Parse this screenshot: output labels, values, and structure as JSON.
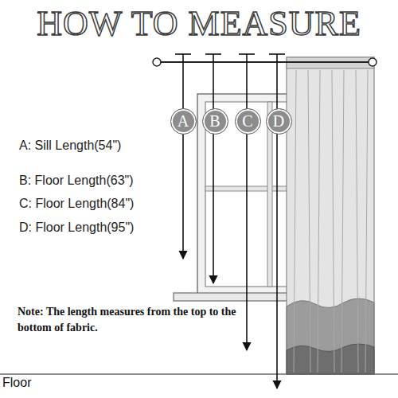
{
  "diagram": {
    "title": "HOW TO MEASURE",
    "nodes": [
      {
        "text": [
          "A"
        ]
      },
      {
        "text": [
          "B"
        ]
      },
      {
        "text": [
          "C"
        ]
      },
      {
        "text": [
          "D"
        ]
      }
    ],
    "labels": [
      "A: Sill Length(54\")",
      "B: Floor Length(63\")",
      "C: Floor Length(84\")",
      "D: Floor Length(95\")",
      "Note: The length measures from the top to the bottom of fabric.",
      "Floor"
    ]
  }
}
